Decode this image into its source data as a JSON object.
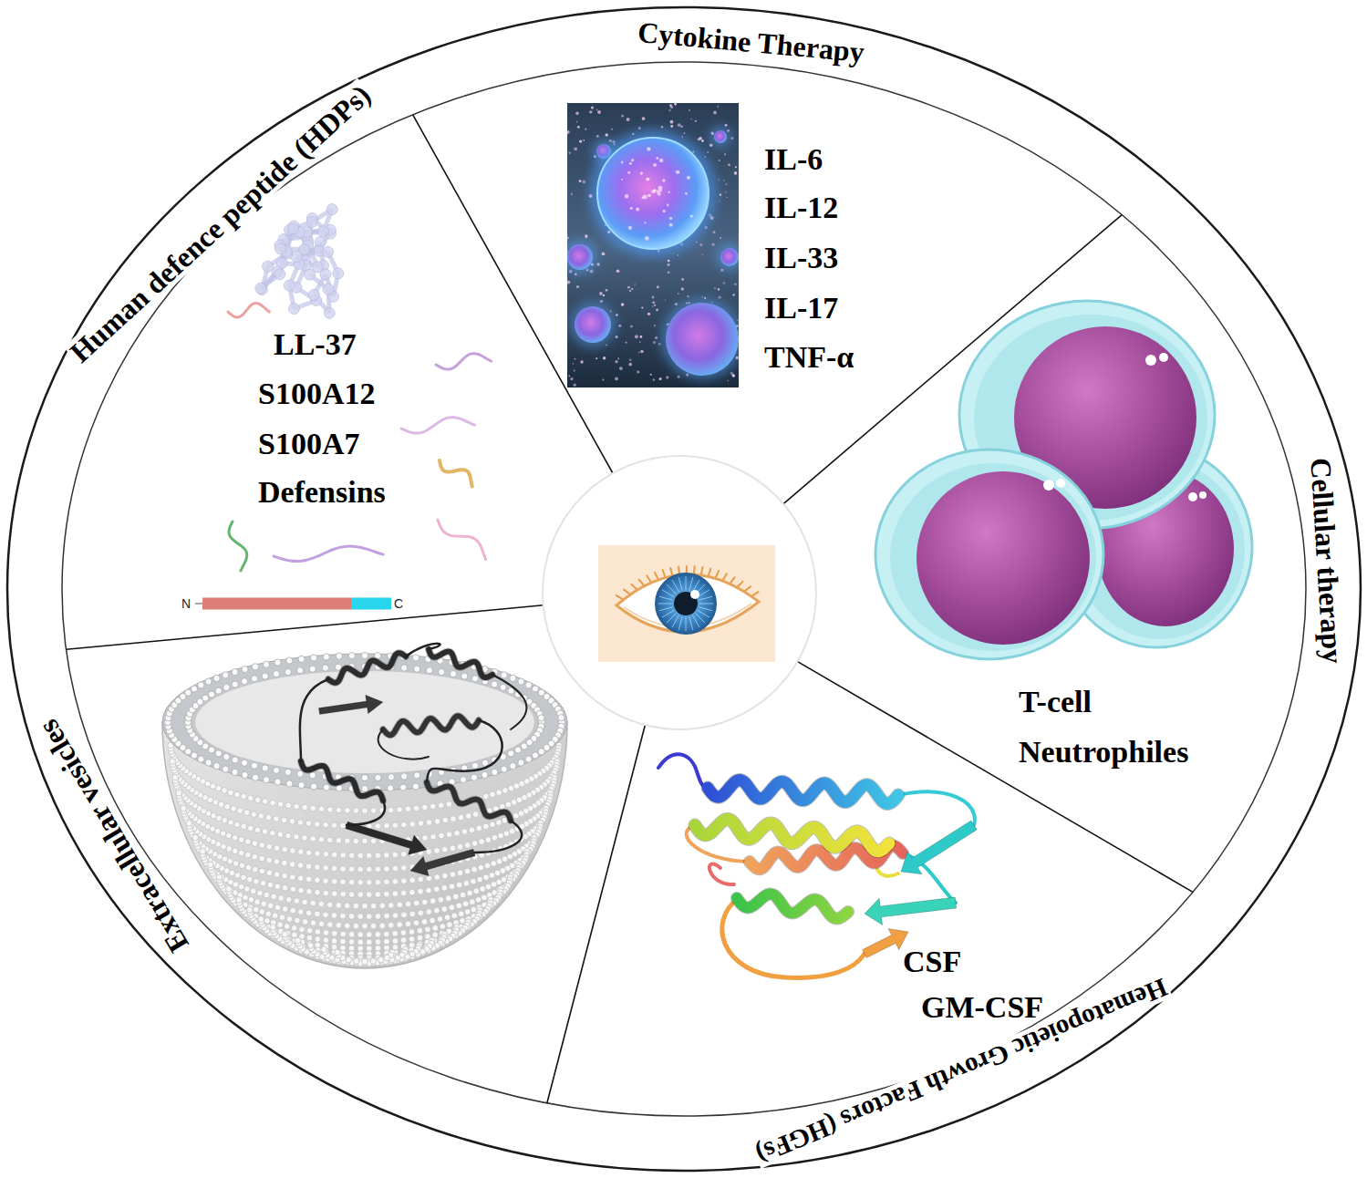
{
  "diagram": {
    "nodes": [
      {
        "text": [
          "Human defence peptide (HDPs)",
          "LL-37",
          "S100A12",
          "S100A7",
          "Defensins"
        ]
      },
      {
        "text": [
          "Cytokine Therapy",
          "IL-6",
          "IL-12",
          "IL-33",
          "IL-17",
          "TNF-α"
        ]
      },
      {
        "text": [
          "Cellular therapy",
          "T-cell",
          "Neutrophiles"
        ]
      },
      {
        "text": [
          "Hematopoietic Growth Factors (HGFs)",
          "CSF",
          "GM-CSF"
        ]
      },
      {
        "text": [
          "Extracellular vesicles"
        ]
      }
    ],
    "labels": [
      "N",
      "C"
    ]
  }
}
